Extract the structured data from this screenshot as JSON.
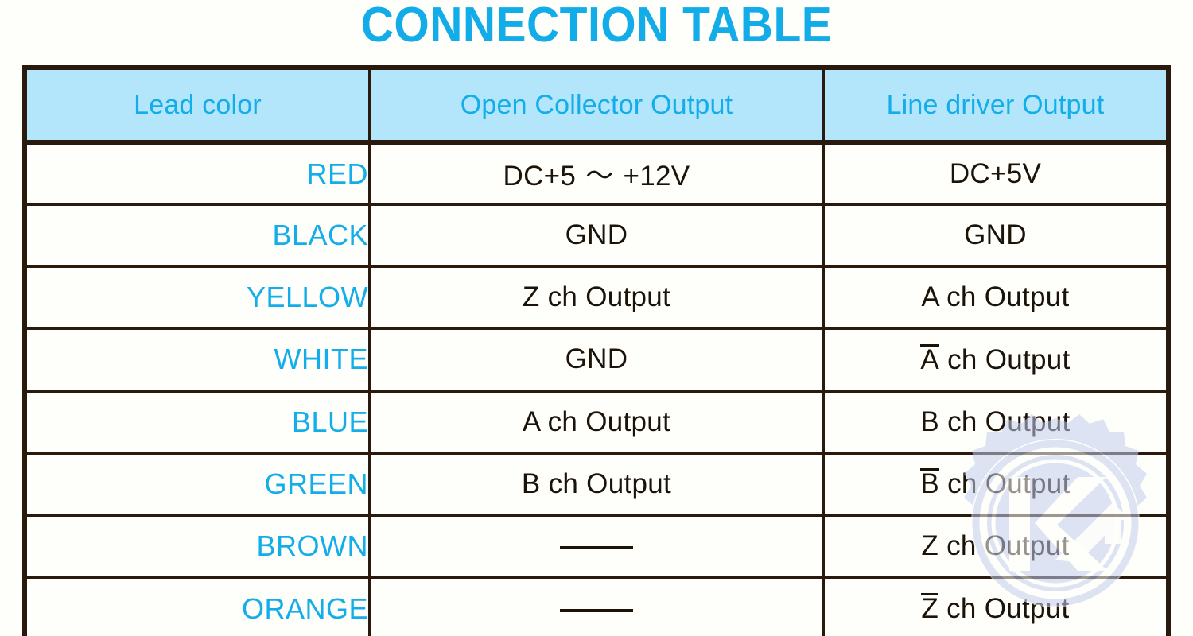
{
  "page": {
    "title": "CONNECTION TABLE",
    "title_color": "#12ace8",
    "header_bg": "#b3e5fb",
    "border_color": "#2a1a0d",
    "accent_color": "#13ade9",
    "value_color": "#1b1208",
    "background": "#fefefb"
  },
  "watermark": {
    "name": "gear-k-logo-watermark",
    "color": "#c3cdeb"
  },
  "table": {
    "columns": [
      {
        "label": "Lead color",
        "align": "right"
      },
      {
        "label": "Open Collector Output",
        "align": "center"
      },
      {
        "label": "Line driver Output",
        "align": "center"
      }
    ],
    "rows": [
      {
        "lead": "RED",
        "open_collector": {
          "type": "text",
          "text": "DC+5 〜 +12V"
        },
        "line_driver": {
          "type": "text",
          "text": "DC+5V"
        }
      },
      {
        "lead": "BLACK",
        "open_collector": {
          "type": "text",
          "text": "GND"
        },
        "line_driver": {
          "type": "text",
          "text": "GND"
        }
      },
      {
        "lead": "YELLOW",
        "open_collector": {
          "type": "text",
          "text": "Z ch Output"
        },
        "line_driver": {
          "type": "text",
          "text": "A ch Output"
        }
      },
      {
        "lead": "WHITE",
        "open_collector": {
          "type": "text",
          "text": "GND"
        },
        "line_driver": {
          "type": "overline",
          "overline": "A",
          "text": " ch Output"
        }
      },
      {
        "lead": "BLUE",
        "open_collector": {
          "type": "text",
          "text": "A ch Output"
        },
        "line_driver": {
          "type": "text",
          "text": "B ch Output"
        }
      },
      {
        "lead": "GREEN",
        "open_collector": {
          "type": "text",
          "text": "B ch Output"
        },
        "line_driver": {
          "type": "overline",
          "overline": "B",
          "text": " ch Output"
        }
      },
      {
        "lead": "BROWN",
        "open_collector": {
          "type": "dash",
          "text": "——"
        },
        "line_driver": {
          "type": "text",
          "text": "Z ch Output"
        }
      },
      {
        "lead": "ORANGE",
        "open_collector": {
          "type": "dash",
          "text": "——"
        },
        "line_driver": {
          "type": "overline",
          "overline": "Z",
          "text": " ch Output"
        }
      }
    ]
  }
}
